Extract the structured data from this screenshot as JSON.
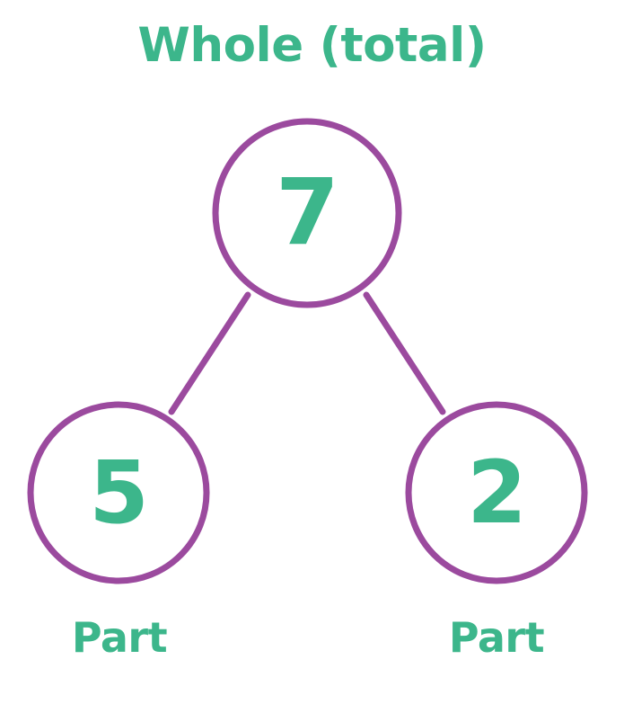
{
  "diagram": {
    "type": "part-whole-number-bond",
    "title": "Whole (total)",
    "colors": {
      "accent_green": "#3CB68B",
      "circle_purple": "#9B4A9E",
      "background": "#FFFFFF"
    },
    "whole": {
      "value": "7",
      "label": "Whole (total)"
    },
    "parts": [
      {
        "value": "5",
        "label": "Part"
      },
      {
        "value": "2",
        "label": "Part"
      }
    ],
    "connectors": [
      {
        "name": "whole-to-left-part"
      },
      {
        "name": "whole-to-right-part"
      }
    ]
  }
}
